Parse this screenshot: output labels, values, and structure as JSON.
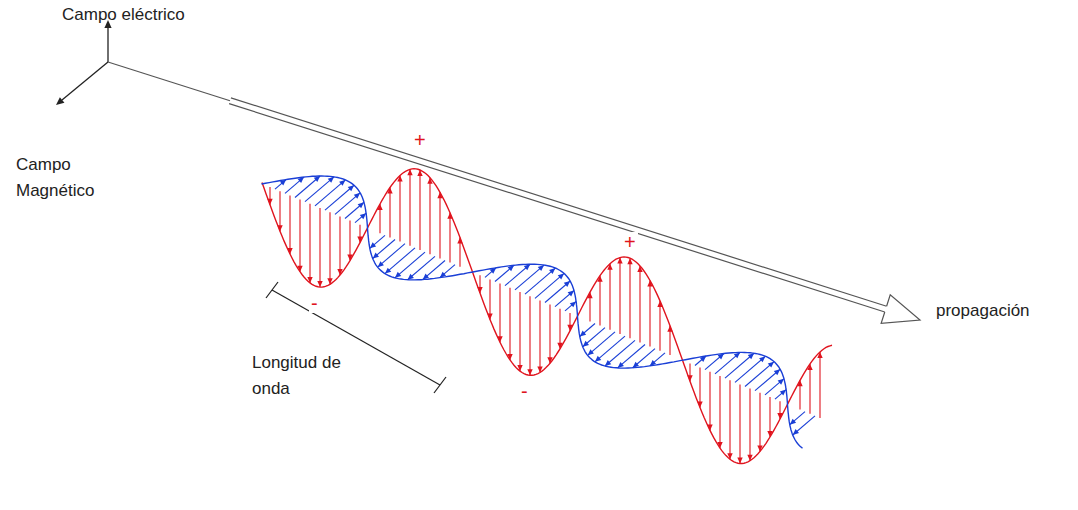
{
  "diagram": {
    "labels": [
      "Campo eléctrico",
      "Campo Magnético",
      "+",
      "+",
      "-",
      "-",
      "Longitud de onda",
      "propagación"
    ]
  }
}
